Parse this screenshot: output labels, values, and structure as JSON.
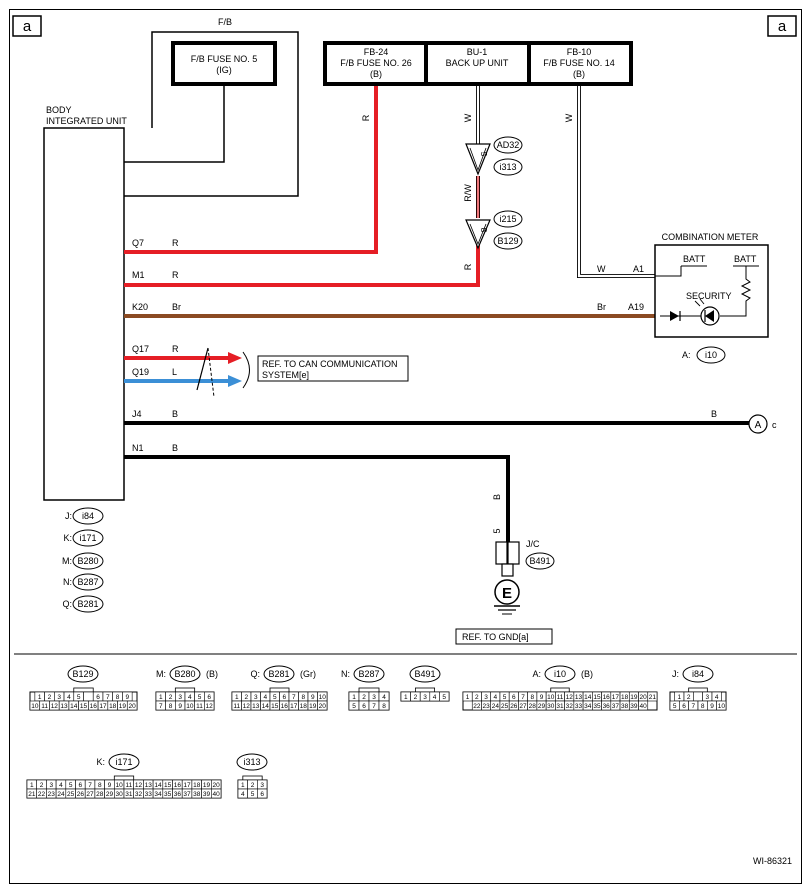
{
  "corner_labels": [
    "a",
    "a"
  ],
  "fb_label": "F/B",
  "fb_fuse_5": [
    "F/B FUSE NO. 5",
    "(IG)"
  ],
  "body_unit": [
    "BODY",
    "INTEGRATED UNIT"
  ],
  "top_boxes": [
    [
      "FB-24",
      "F/B FUSE NO. 26",
      "(B)"
    ],
    [
      "BU-1",
      "BACK UP UNIT"
    ],
    [
      "FB-10",
      "F/B FUSE NO. 14",
      "(B)"
    ]
  ],
  "wire_colors": {
    "red": "#e51e25",
    "brown": "#8b4a22",
    "blue": "#3b8fd6",
    "black": "#000000",
    "white": "#ffffff"
  },
  "vertical_wire_labels": {
    "r_top": "R",
    "w_mid": "W",
    "w_right": "W",
    "rw": "R/W",
    "r_low": "R",
    "b_gnd": "B",
    "pin5": "5"
  },
  "connector_tags": {
    "ad32": "AD32",
    "i313": "i313",
    "i215": "i215",
    "b129": "B129",
    "b491": "B491"
  },
  "triangle_pins": [
    "5",
    "8"
  ],
  "rows": [
    {
      "pin": "Q7",
      "color": "R"
    },
    {
      "pin": "M1",
      "color": "R"
    },
    {
      "pin": "K20",
      "color": "Br"
    },
    {
      "pin": "Q17",
      "color": "R"
    },
    {
      "pin": "Q19",
      "color": "L"
    },
    {
      "pin": "J4",
      "color": "B"
    },
    {
      "pin": "N1",
      "color": "B"
    }
  ],
  "combination_meter": {
    "title": "COMBINATION METER",
    "batt1": "BATT",
    "batt2": "BATT",
    "security": "SECURITY",
    "pin_a1": "A1",
    "pin_a19": "A19",
    "wire_w": "W",
    "wire_br": "Br",
    "conn_prefix": "A:",
    "conn": "i10"
  },
  "can_ref": [
    "REF. TO CAN COMMUNICATION",
    "SYSTEM[e]"
  ],
  "b_right": "B",
  "circle_a": "A",
  "circle_c": "c",
  "jc_label": "J/C",
  "ground_letter": "E",
  "gnd_ref": "REF. TO GND[a]",
  "connector_list": [
    {
      "prefix": "J:",
      "name": "i84"
    },
    {
      "prefix": "K:",
      "name": "i171"
    },
    {
      "prefix": "M:",
      "name": "B280"
    },
    {
      "prefix": "N:",
      "name": "B287"
    },
    {
      "prefix": "Q:",
      "name": "B281"
    }
  ],
  "bottom_connectors": [
    {
      "prefix": "",
      "name": "B129",
      "suffix": "",
      "top": [
        "1",
        "2",
        "3",
        "4",
        "5",
        "",
        "6",
        "7",
        "8",
        "9"
      ],
      "bottom": [
        "10",
        "11",
        "12",
        "13",
        "14",
        "15",
        "16",
        "17",
        "18",
        "19",
        "20"
      ]
    },
    {
      "prefix": "M:",
      "name": "B280",
      "suffix": "(B)",
      "top": [
        "1",
        "2",
        "3",
        "4",
        "5",
        "6"
      ],
      "bottom": [
        "7",
        "8",
        "9",
        "10",
        "11",
        "12"
      ]
    },
    {
      "prefix": "Q:",
      "name": "B281",
      "suffix": "(Gr)",
      "top": [
        "1",
        "2",
        "3",
        "4",
        "5",
        "6",
        "7",
        "8",
        "9",
        "10"
      ],
      "bottom": [
        "11",
        "12",
        "13",
        "14",
        "15",
        "16",
        "17",
        "18",
        "19",
        "20"
      ]
    },
    {
      "prefix": "N:",
      "name": "B287",
      "suffix": "",
      "top": [
        "1",
        "2",
        "3",
        "4"
      ],
      "bottom": [
        "5",
        "6",
        "7",
        "8"
      ]
    },
    {
      "prefix": "",
      "name": "B491",
      "suffix": "",
      "top": [
        "1",
        "2",
        "3",
        "4",
        "5"
      ],
      "bottom": []
    },
    {
      "prefix": "A:",
      "name": "i10",
      "suffix": "(B)",
      "top": [
        "1",
        "2",
        "3",
        "4",
        "5",
        "6",
        "7",
        "8",
        "9",
        "10",
        "11",
        "12",
        "13",
        "14",
        "15",
        "16",
        "17",
        "18",
        "19",
        "20",
        "21"
      ],
      "bottom": [
        "22",
        "23",
        "24",
        "25",
        "26",
        "27",
        "28",
        "29",
        "30",
        "31",
        "32",
        "33",
        "34",
        "35",
        "36",
        "37",
        "38",
        "39",
        "40"
      ]
    },
    {
      "prefix": "J:",
      "name": "i84",
      "suffix": "",
      "top": [
        "1",
        "2",
        "",
        "3",
        "4"
      ],
      "bottom": [
        "5",
        "6",
        "7",
        "8",
        "9",
        "10"
      ]
    },
    {
      "prefix": "K:",
      "name": "i171",
      "suffix": "",
      "top": [
        "1",
        "2",
        "3",
        "4",
        "5",
        "6",
        "7",
        "8",
        "9",
        "10",
        "11",
        "12",
        "13",
        "14",
        "15",
        "16",
        "17",
        "18",
        "19",
        "20"
      ],
      "bottom": [
        "21",
        "22",
        "23",
        "24",
        "25",
        "26",
        "27",
        "28",
        "29",
        "30",
        "31",
        "32",
        "33",
        "34",
        "35",
        "36",
        "37",
        "38",
        "39",
        "40"
      ]
    },
    {
      "prefix": "",
      "name": "i313",
      "suffix": "",
      "top": [
        "1",
        "2",
        "3"
      ],
      "bottom": [
        "4",
        "5",
        "6"
      ]
    }
  ],
  "figure_id": "WI-86321"
}
